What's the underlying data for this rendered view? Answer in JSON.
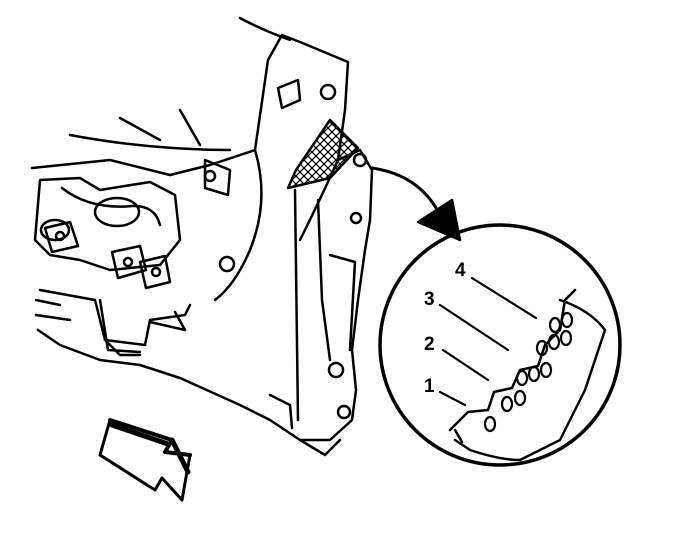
{
  "figure": {
    "callouts": [
      {
        "label": "1"
      },
      {
        "label": "2"
      },
      {
        "label": "3"
      },
      {
        "label": "4"
      }
    ],
    "colors": {
      "ink": "#000000",
      "paper": "#ffffff"
    },
    "icons": [
      "direction-arrow-icon",
      "zoom-arrow-icon",
      "crosshatch-region"
    ]
  }
}
